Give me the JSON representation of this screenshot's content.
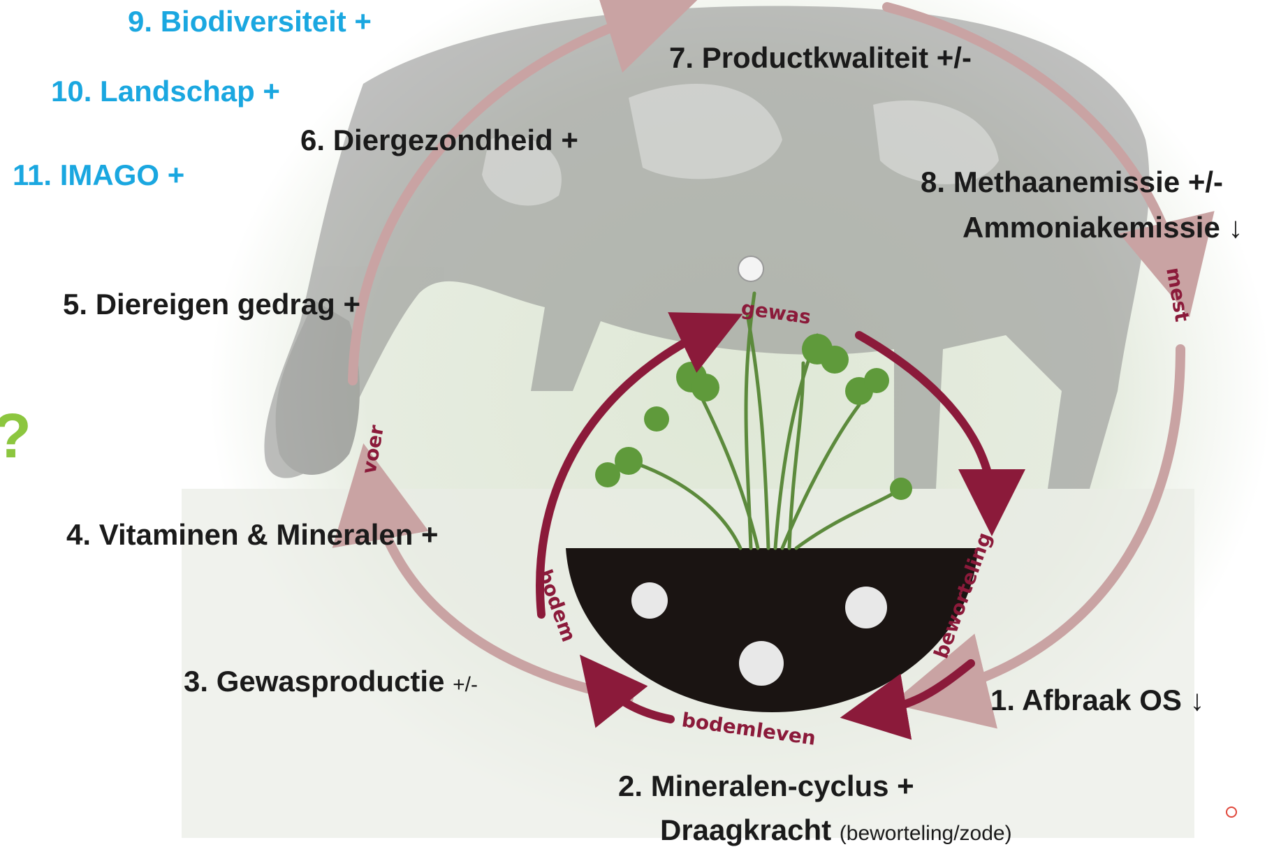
{
  "labels": {
    "l9": "9. Biodiversiteit +",
    "l10": "10. Landschap +",
    "l11": "11. IMAGO +",
    "l7": "7. Productkwaliteit  +/-",
    "l6": "6. Diergezondheid +",
    "l8a": "8. Methaanemissie +/-",
    "l8b": "Ammoniakemissie ↓",
    "l5": "5. Diereigen gedrag +",
    "l4": "4. Vitaminen & Mineralen +",
    "l3": "3. Gewasproductie",
    "l3b": "+/-",
    "l1": "1. Afbraak OS ↓",
    "l2a": "2. Mineralen-cyclus +",
    "l2b": "Draagkracht",
    "l2c": "(beworteling/zode)"
  },
  "cycle_labels": {
    "voer": "voer",
    "mest": "mest",
    "gewas": "gewas",
    "beworteling": "beworteling",
    "bodem": "bodem",
    "bodemleven": "bodemleven"
  },
  "question_mark": "?",
  "colors": {
    "outer_arrow": "#c9a3a3",
    "inner_arrow": "#8b1a3a",
    "blue_text": "#1aa7e0",
    "green_accent": "#8cc63f"
  }
}
